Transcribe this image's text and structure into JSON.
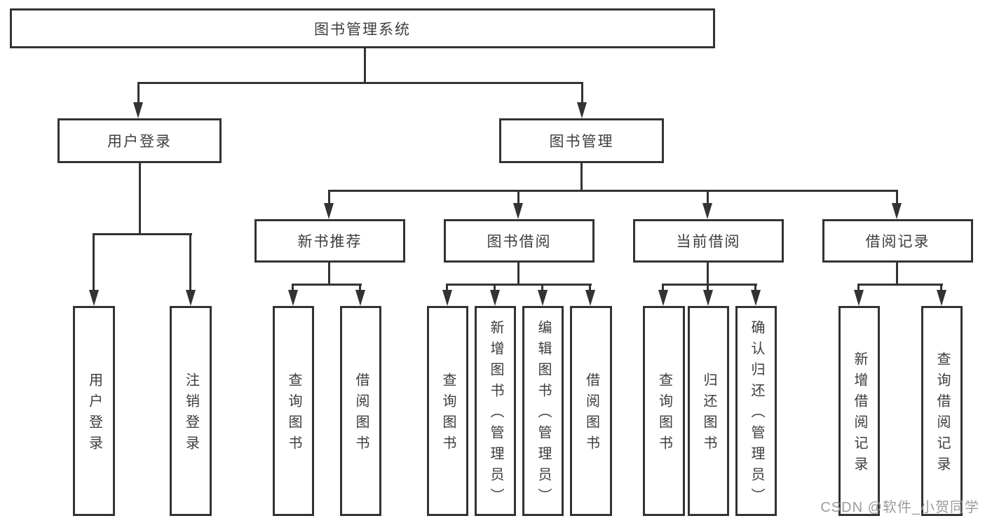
{
  "root": {
    "label": "图书管理系统"
  },
  "branches": [
    {
      "label": "用户登录",
      "children": [
        {
          "label": "用户登录"
        },
        {
          "label": "注销登录"
        }
      ]
    },
    {
      "label": "图书管理",
      "children": [
        {
          "label": "新书推荐",
          "children": [
            {
              "label": "查询图书"
            },
            {
              "label": "借阅图书"
            }
          ]
        },
        {
          "label": "图书借阅",
          "children": [
            {
              "label": "查询图书"
            },
            {
              "label": "新增图书（管理员）"
            },
            {
              "label": "编辑图书（管理员）"
            },
            {
              "label": "借阅图书"
            }
          ]
        },
        {
          "label": "当前借阅",
          "children": [
            {
              "label": "查询图书"
            },
            {
              "label": "归还图书"
            },
            {
              "label": "确认归还（管理员）"
            }
          ]
        },
        {
          "label": "借阅记录",
          "children": [
            {
              "label": "新增借阅记录"
            },
            {
              "label": "查询借阅记录"
            }
          ]
        }
      ]
    }
  ],
  "watermark": {
    "text": "CSDN @软件_小贺同学"
  },
  "colors": {
    "line": "#333333",
    "text": "#3d3d3d",
    "background": "#ffffff",
    "watermark": "#9b9b9b"
  }
}
